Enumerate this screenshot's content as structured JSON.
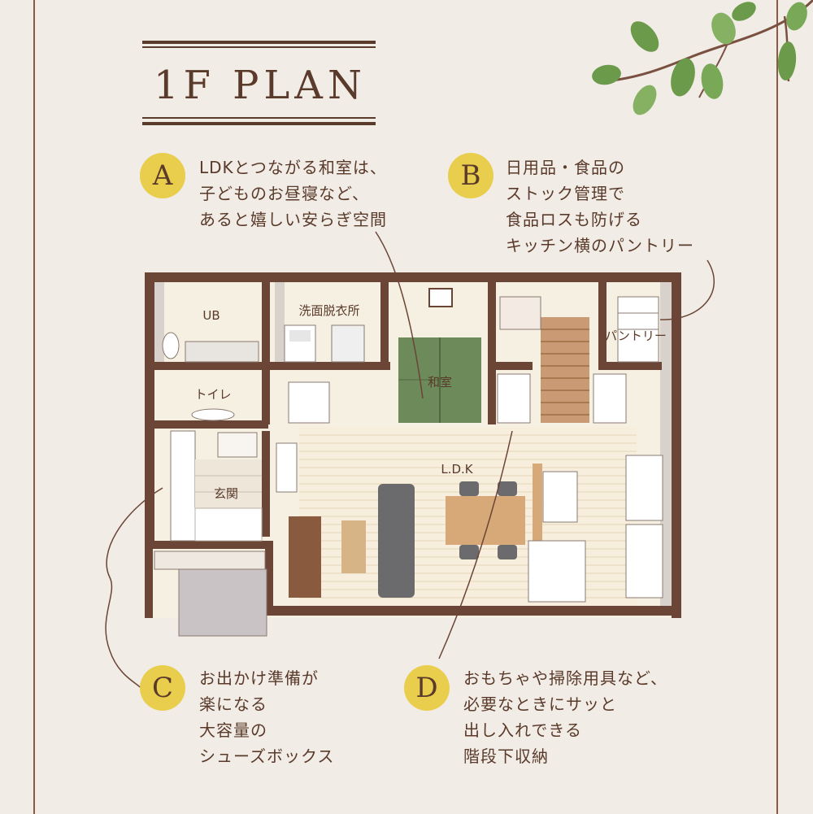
{
  "title": "1F PLAN",
  "callouts": {
    "a": {
      "letter": "A",
      "lines": [
        "LDKとつながる和室は、",
        "子どものお昼寝など、",
        "あると嬉しい安らぎ空間"
      ]
    },
    "b": {
      "letter": "B",
      "lines": [
        "日用品・食品の",
        "ストック管理で",
        "食品ロスも防げる",
        "キッチン横のパントリー"
      ]
    },
    "c": {
      "letter": "C",
      "lines": [
        "お出かけ準備が",
        "楽になる",
        "大容量の",
        "シューズボックス"
      ]
    },
    "d": {
      "letter": "D",
      "lines": [
        "おもちゃや掃除用具など、",
        "必要なときにサッと",
        "出し入れできる",
        "階段下収納"
      ]
    }
  },
  "rooms": {
    "ub": "UB",
    "washroom": "洗面脱衣所",
    "washitsu": "和室",
    "pantry": "パントリー",
    "toilet": "トイレ",
    "ldk": "L.D.K",
    "genkan": "玄関"
  },
  "colors": {
    "background": "#f1ece6",
    "wall": "#6b4536",
    "badge": "#e9ce4d",
    "tatami": "#6d8a5a",
    "floor": "#f6f0e2",
    "leaf": "#6b9a4a"
  }
}
